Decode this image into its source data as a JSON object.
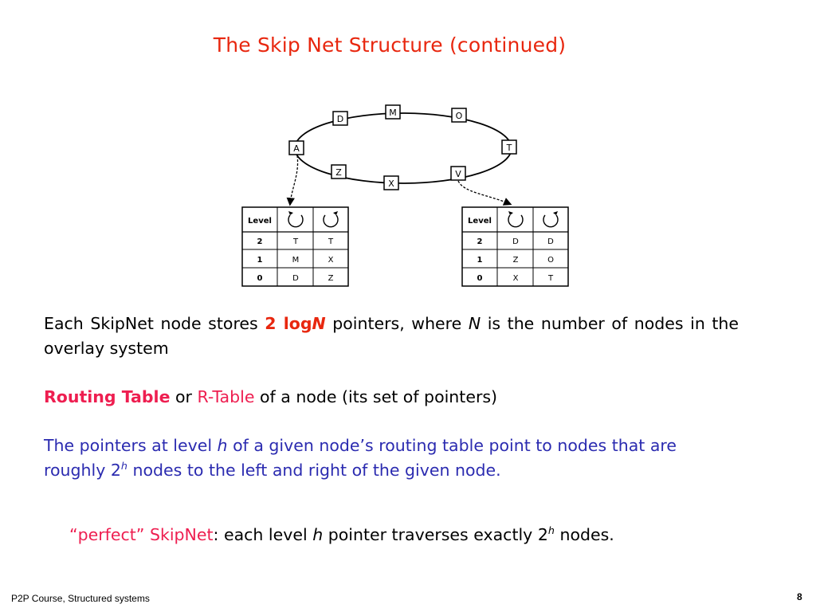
{
  "title": "The Skip Net Structure (continued)",
  "diagram": {
    "ring_nodes": [
      "A",
      "D",
      "M",
      "O",
      "T",
      "V",
      "X",
      "Z"
    ],
    "left_table": {
      "header_level": "Level",
      "rows": [
        {
          "level": "2",
          "ccw": "T",
          "cw": "T"
        },
        {
          "level": "1",
          "ccw": "M",
          "cw": "X"
        },
        {
          "level": "0",
          "ccw": "D",
          "cw": "Z"
        }
      ]
    },
    "right_table": {
      "header_level": "Level",
      "rows": [
        {
          "level": "2",
          "ccw": "D",
          "cw": "D"
        },
        {
          "level": "1",
          "ccw": "Z",
          "cw": "O"
        },
        {
          "level": "0",
          "ccw": "X",
          "cw": "T"
        }
      ]
    }
  },
  "p1": {
    "before": "Each SkipNet node stores ",
    "highlight_num": "2 log",
    "highlight_var": "N",
    "mid": " pointers, where ",
    "var": "N",
    "after": " is the number of nodes in the overlay system"
  },
  "p2": {
    "term1": "Routing Table",
    "or": " or ",
    "term2": "R-Table",
    "rest": " of a node (its set of pointers)"
  },
  "p3": {
    "a": "The pointers at level ",
    "h": "h",
    "b": " of a given node’s routing table point to nodes that are roughly 2",
    "sup": "h",
    "c": " nodes to the left and right of the given node."
  },
  "p4": {
    "term": "“perfect” SkipNet",
    "a": ": each level ",
    "h": "h",
    "b": " pointer traverses exactly 2",
    "sup": "h",
    "c": " nodes."
  },
  "footer": "P2P Course, Structured systems",
  "page_number": "8"
}
